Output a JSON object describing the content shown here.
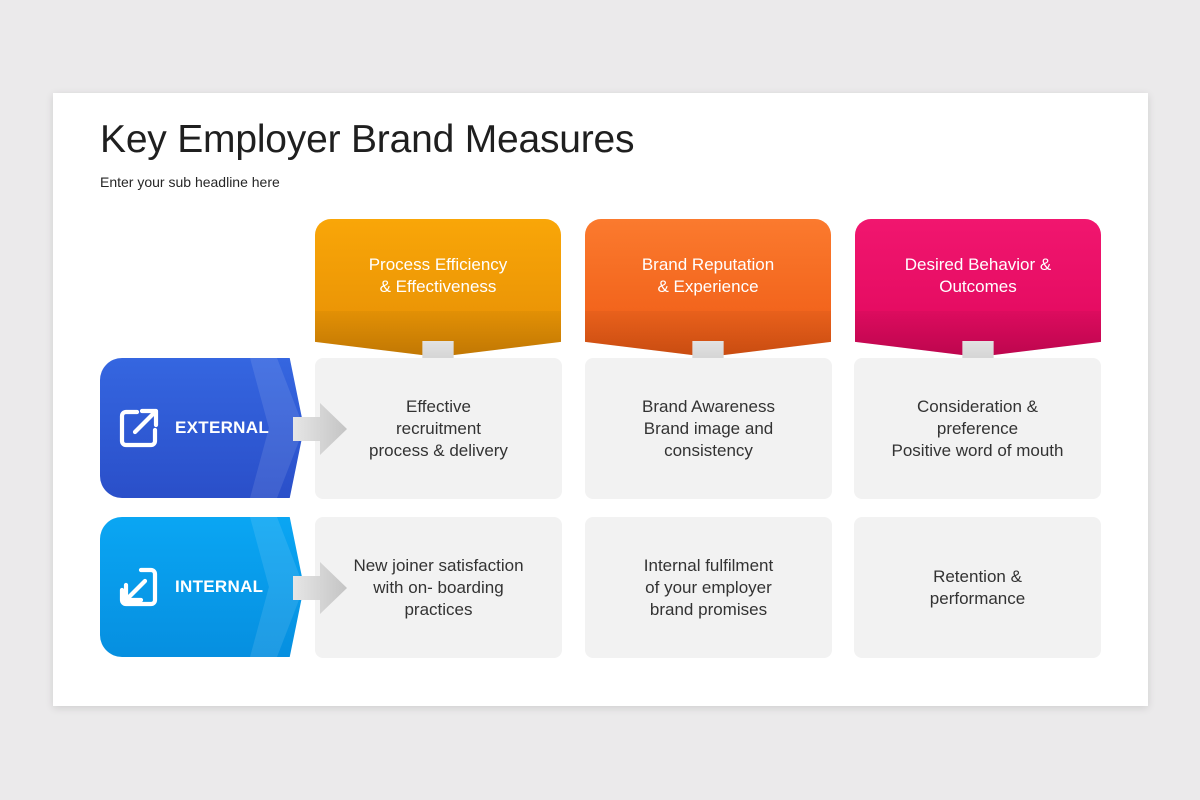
{
  "slide": {
    "title": "Key Employer Brand Measures",
    "subtitle": "Enter your sub headline here"
  },
  "columns": [
    {
      "label": "Process Efficiency\n& Effectiveness",
      "color_top": "#f9a608",
      "color_bottom": "#e58e04"
    },
    {
      "label": "Brand Reputation\n& Experience",
      "color_top": "#fb7a2e",
      "color_bottom": "#ee5a14"
    },
    {
      "label": "Desired Behavior &\nOutcomes",
      "color_top": "#f1166f",
      "color_bottom": "#e0075c"
    }
  ],
  "rows": [
    {
      "label": "EXTERNAL",
      "icon": "external-arrow-icon",
      "color_top": "#3566e0",
      "color_bottom": "#2a4fc9",
      "cells": [
        "Effective\nrecruitment\nprocess & delivery",
        "Brand Awareness\nBrand image and\nconsistency",
        "Consideration &\npreference\nPositive word of mouth"
      ]
    },
    {
      "label": "INTERNAL",
      "icon": "internal-arrow-icon",
      "color_top": "#0aa6f3",
      "color_bottom": "#068fe0",
      "cells": [
        "New joiner satisfaction\nwith on- boarding\npractices",
        "Internal fulfilment\nof your employer\nbrand promises",
        "Retention &\nperformance"
      ]
    }
  ]
}
